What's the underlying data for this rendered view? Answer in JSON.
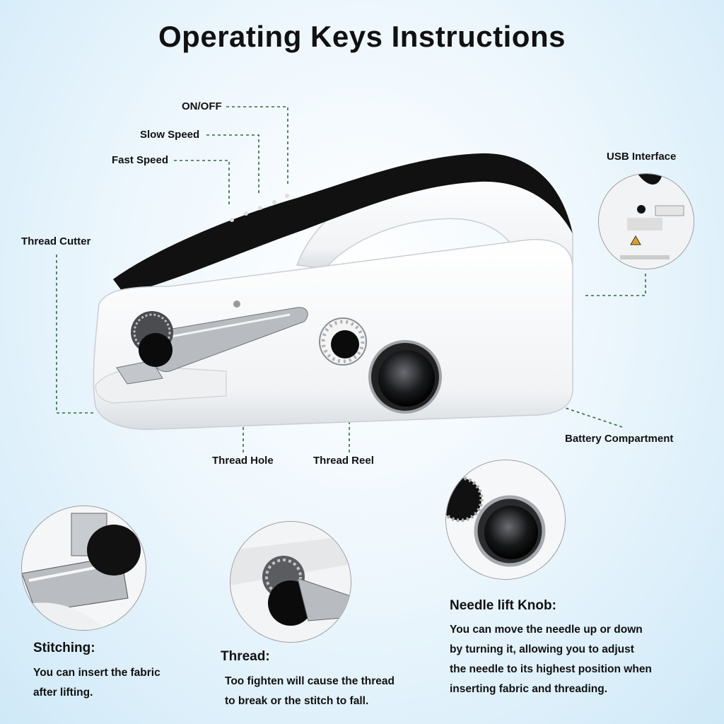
{
  "title": "Operating Keys Instructions",
  "labels": {
    "on_off": "ON/OFF",
    "slow_speed": "Slow Speed",
    "fast_speed": "Fast Speed",
    "usb_interface": "USB Interface",
    "thread_cutter": "Thread Cutter",
    "battery_compartment": "Battery Compartment",
    "thread_hole": "Thread Hole",
    "thread_reel": "Thread Reel"
  },
  "sections": {
    "stitching": {
      "heading": "Stitching:",
      "lines": [
        "You can insert the fabric",
        "after lifting."
      ]
    },
    "thread": {
      "heading": "Thread:",
      "lines": [
        "Too fighten will cause the thread",
        "to break or the stitch to fall."
      ]
    },
    "needle_lift": {
      "heading": "Needle lift Knob:",
      "lines": [
        "You can move the needle up or down",
        "by turning it, allowing you to adjust",
        "the needle to its highest position when",
        "inserting fabric and threading."
      ]
    }
  },
  "colors": {
    "leader_line": "#2f6b3a",
    "machine_body": "#ffffff",
    "machine_trim": "#111111"
  },
  "icons": [
    "sewing-machine-illustration",
    "usb-port-closeup",
    "presser-foot-closeup",
    "thread-reel-closeup",
    "needle-lift-knob-closeup"
  ]
}
